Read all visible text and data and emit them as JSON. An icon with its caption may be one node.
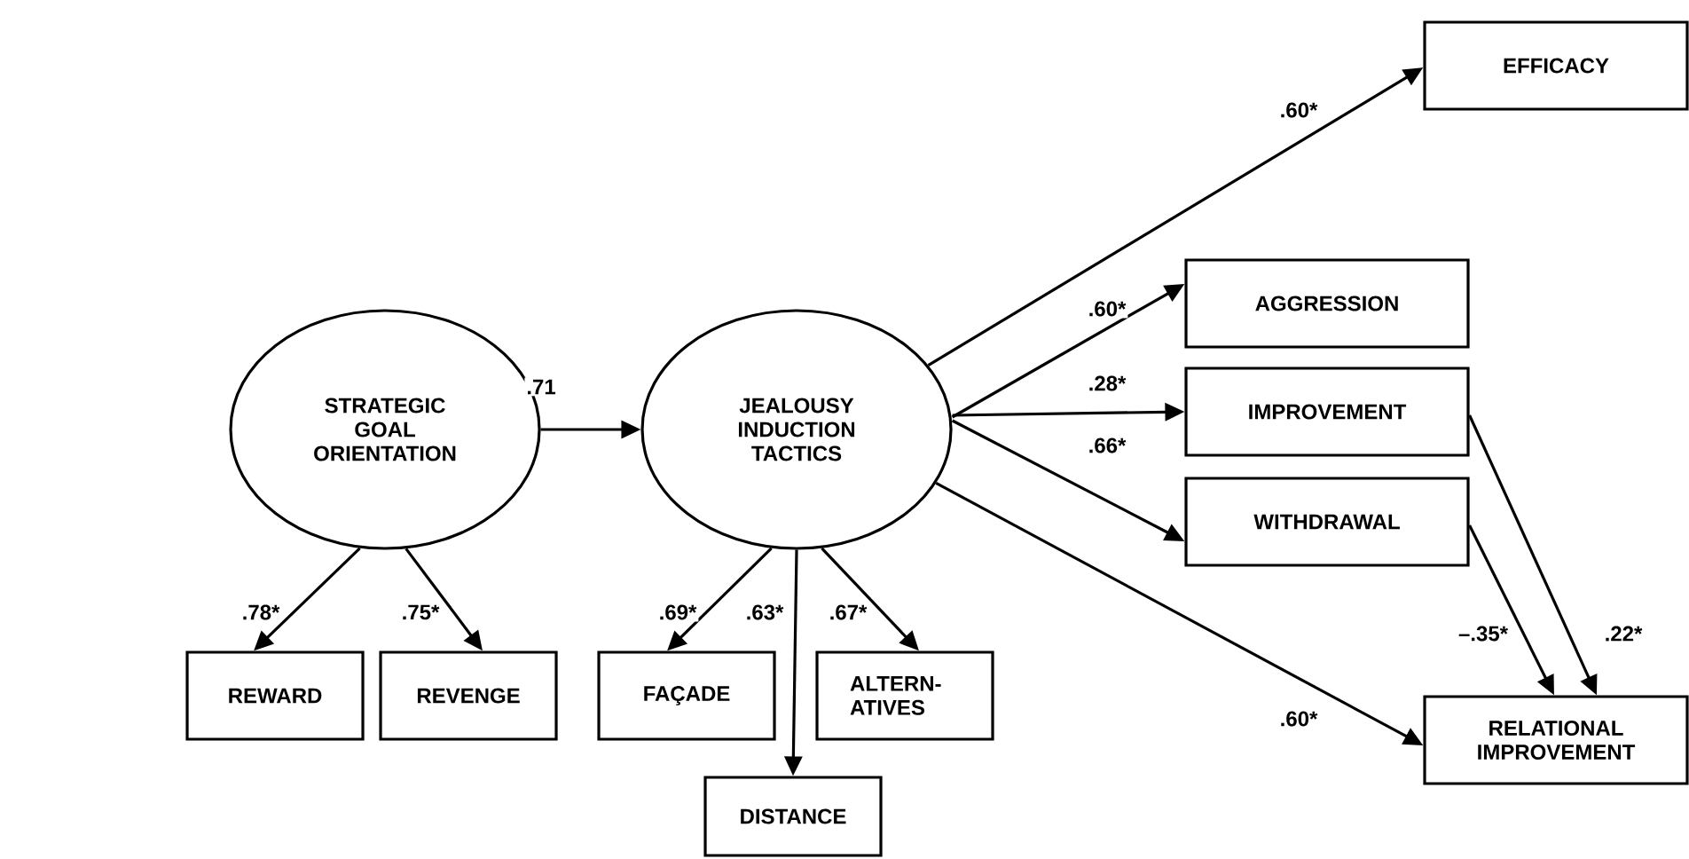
{
  "diagram": {
    "nodes": [
      {
        "text": [
          "STRATEGIC GOAL ORIENTATION"
        ]
      },
      {
        "text": [
          "JEALOUSY INDUCTION TACTICS"
        ]
      },
      {
        "text": [
          "EFFICACY"
        ]
      },
      {
        "text": [
          "AGGRESSION"
        ]
      },
      {
        "text": [
          "IMPROVEMENT"
        ]
      },
      {
        "text": [
          "WITHDRAWAL"
        ]
      },
      {
        "text": [
          "REWARD"
        ]
      },
      {
        "text": [
          "REVENGE"
        ]
      },
      {
        "text": [
          "FAÇADE"
        ]
      },
      {
        "text": [
          "ALTERN- ATIVES"
        ]
      },
      {
        "text": [
          "RELATIONAL IMPROVEMENT"
        ]
      },
      {
        "text": [
          "DISTANCE"
        ]
      }
    ],
    "edges": [
      {
        "from": 0,
        "to": 1,
        "arrow": "to",
        "label": ".71"
      },
      {
        "from": 0,
        "to": 6,
        "arrow": "to",
        "label": ".78*"
      },
      {
        "from": 0,
        "to": 7,
        "arrow": "to",
        "label": ".75*"
      },
      {
        "from": 1,
        "to": 8,
        "arrow": "to",
        "label": ".69*"
      },
      {
        "from": 1,
        "to": 11,
        "arrow": "to",
        "label": ".63*"
      },
      {
        "from": 1,
        "to": 9,
        "arrow": "to",
        "label": ".67*"
      },
      {
        "from": 1,
        "to": 2,
        "arrow": "to",
        "label": ".60*"
      },
      {
        "from": 1,
        "to": 3,
        "arrow": "to",
        "label": ".60*"
      },
      {
        "from": 1,
        "to": 4,
        "arrow": "to",
        "label": ".28*"
      },
      {
        "from": 1,
        "to": 5,
        "arrow": "to",
        "label": ".66*"
      },
      {
        "from": 1,
        "to": 10,
        "arrow": "to",
        "label": ".60*"
      },
      {
        "from": 5,
        "to": 10,
        "arrow": "to",
        "label": "–.35*"
      },
      {
        "from": 4,
        "to": 10,
        "arrow": "to",
        "label": ".22*"
      }
    ]
  }
}
